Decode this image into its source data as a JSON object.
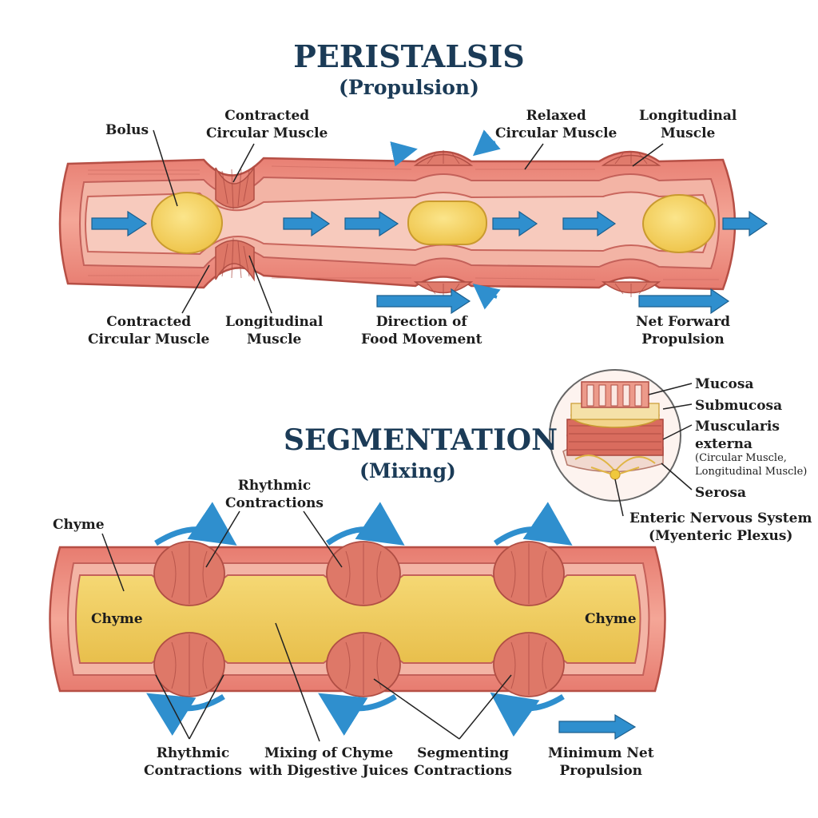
{
  "peristalsis": {
    "title": "PERISTALSIS",
    "subtitle": "(Propulsion)",
    "labels": {
      "bolus": "Bolus",
      "contracted_circular_top": [
        "Contracted",
        "Circular Muscle"
      ],
      "relaxed_circular": [
        "Relaxed",
        "Circular Muscle"
      ],
      "longitudinal_top": [
        "Longitudinal",
        "Muscle"
      ],
      "contracted_circular_bottom": [
        "Contracted",
        "Circular Muscle"
      ],
      "longitudinal_bottom": [
        "Longitudinal",
        "Muscle"
      ],
      "direction": [
        "Direction of",
        "Food Movement"
      ],
      "net_forward": [
        "Net Forward",
        "Propulsion"
      ]
    }
  },
  "segmentation": {
    "title": "SEGMENTATION",
    "subtitle": "(Mixing)",
    "labels": {
      "chyme_top": "Chyme",
      "chyme_left": "Chyme",
      "chyme_right": "Chyme",
      "rhythmic_top": [
        "Rhythmic",
        "Contractions"
      ],
      "rhythmic_bottom": [
        "Rhythmic",
        "Contractions"
      ],
      "mixing": [
        "Mixing of Chyme",
        "with Digestive Juices"
      ],
      "segmenting": [
        "Segmenting",
        "Contractions"
      ],
      "minimum_net": [
        "Minimum Net",
        "Propulsion"
      ]
    }
  },
  "inset": {
    "mucosa": "Mucosa",
    "submucosa": "Submucosa",
    "muscularis": [
      "Muscularis",
      "externa"
    ],
    "muscularis_detail": [
      "(Circular Muscle,",
      "Longitudinal Muscle)"
    ],
    "serosa": "Serosa",
    "enteric": [
      "Enteric Nervous System",
      "(Myenteric Plexus)"
    ]
  },
  "colors": {
    "title": "#1b3b57",
    "tube_outer": "#e98a7f",
    "tube_inner": "#f4b5a6",
    "lumen": "#f6c5b8",
    "bolus": "#f5d45a",
    "chyme": "#eec85a",
    "muscle_band": "#de7868",
    "arrow": "#2f8fce"
  }
}
